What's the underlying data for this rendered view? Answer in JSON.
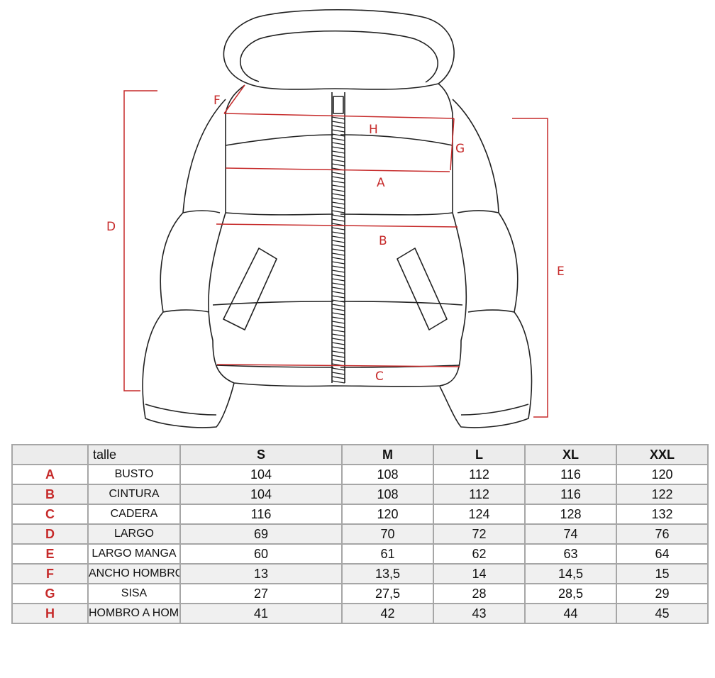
{
  "diagram": {
    "labels": {
      "A": "A",
      "B": "B",
      "C": "C",
      "D": "D",
      "E": "E",
      "F": "F",
      "G": "G",
      "H": "H"
    },
    "line_color": "#c62a2a",
    "outline_color": "#222222"
  },
  "table": {
    "corner_label": "talle",
    "sizes": [
      "S",
      "M",
      "L",
      "XL",
      "XXL"
    ],
    "rows": [
      {
        "code": "A",
        "name": "BUSTO",
        "values": [
          "104",
          "108",
          "112",
          "116",
          "120"
        ]
      },
      {
        "code": "B",
        "name": "CINTURA",
        "values": [
          "104",
          "108",
          "112",
          "116",
          "122"
        ]
      },
      {
        "code": "C",
        "name": "CADERA",
        "values": [
          "116",
          "120",
          "124",
          "128",
          "132"
        ]
      },
      {
        "code": "D",
        "name": "LARGO",
        "values": [
          "69",
          "70",
          "72",
          "74",
          "76"
        ]
      },
      {
        "code": "E",
        "name": "LARGO MANGA",
        "values": [
          "60",
          "61",
          "62",
          "63",
          "64"
        ]
      },
      {
        "code": "F",
        "name": "ANCHO HOMBRO",
        "values": [
          "13",
          "13,5",
          "14",
          "14,5",
          "15"
        ]
      },
      {
        "code": "G",
        "name": "SISA",
        "values": [
          "27",
          "27,5",
          "28",
          "28,5",
          "29"
        ]
      },
      {
        "code": "H",
        "name": "HOMBRO A HOMBRO",
        "values": [
          "41",
          "42",
          "43",
          "44",
          "45"
        ]
      }
    ]
  }
}
